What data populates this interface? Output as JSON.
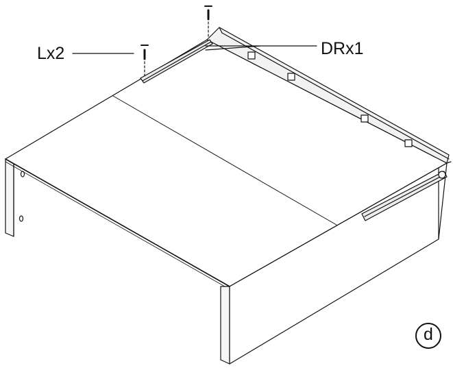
{
  "callouts": {
    "screw_label": "Lx2",
    "drawer_runner_label": "DRx1"
  },
  "step": {
    "label": "d"
  },
  "colors": {
    "line": "#111111",
    "background": "#ffffff",
    "panel_edge": "#f2f2f2"
  }
}
